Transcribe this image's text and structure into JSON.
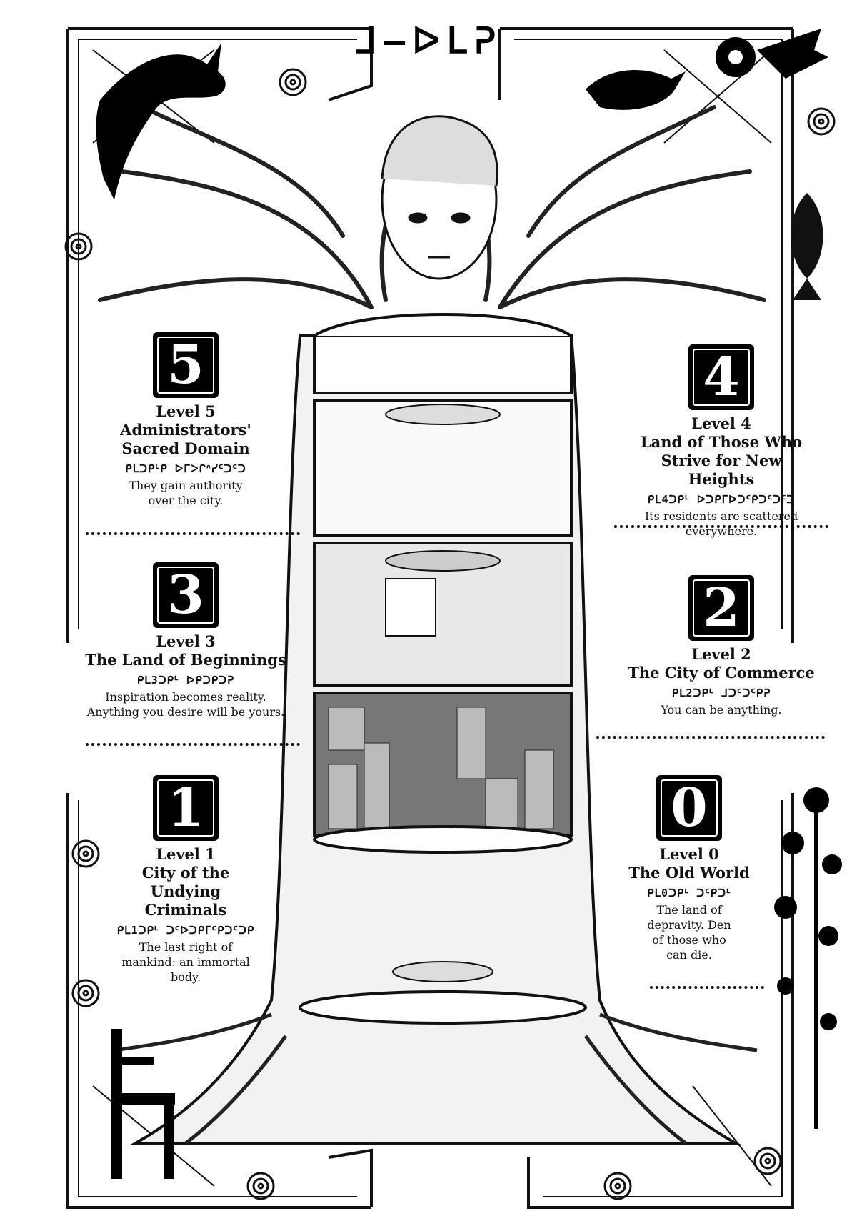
{
  "title": "ᒧ―ᐅᒪᕈ",
  "levels": [
    {
      "number": "5",
      "label": "Level 5",
      "name": "Administrators' Sacred Domain",
      "glyph": "ᑭᒪᑐᑭᒻᑭ ᐅᒥᐳᒋᐢᓯᑦᑐᑦᑐ",
      "description": "They gain authority over the city."
    },
    {
      "number": "4",
      "label": "Level 4",
      "name": "Land of Those Who Strive for New Heights",
      "glyph": "ᑭᒪ4ᑐᑭᒻ ᐅᑐᑭᒥᐅᑐᑦᑭᑐᑦᑐᑦᑐ",
      "description": "Its residents are scattered everywhere."
    },
    {
      "number": "3",
      "label": "Level 3",
      "name": "The Land of Beginnings",
      "glyph": "ᑭᒪ3ᑐᑭᒻ ᐅᑭᑐᑭᑐᕈ",
      "description": "Inspiration becomes reality. Anything you desire will be yours."
    },
    {
      "number": "2",
      "label": "Level 2",
      "name": "The City of Commerce",
      "glyph": "ᑭᒪ2ᑐᑭᒻ ᒧᑐᑦᑐᑦᑭᕈ",
      "description": "You can be anything."
    },
    {
      "number": "1",
      "label": "Level 1",
      "name": "City of the Undying Criminals",
      "glyph": "ᑭᒪ1ᑐᑭᒻ ᑐᑦᐅᑐᑭᒥᑦᑭᑐᑦᑐᑭ",
      "description": "The last right of mankind: an immortal body."
    },
    {
      "number": "0",
      "label": "Level 0",
      "name": "The Old World",
      "glyph": "ᑭᒪ0ᑐᑭᒻ ᑐᑦᑭᑐᒻ",
      "description": "The land of depravity. Den of those who can die."
    }
  ],
  "icons": [
    "wolf-icon",
    "bird-icon",
    "eye-bird-icon",
    "fish-icon",
    "chair-icon",
    "flower-icon"
  ]
}
